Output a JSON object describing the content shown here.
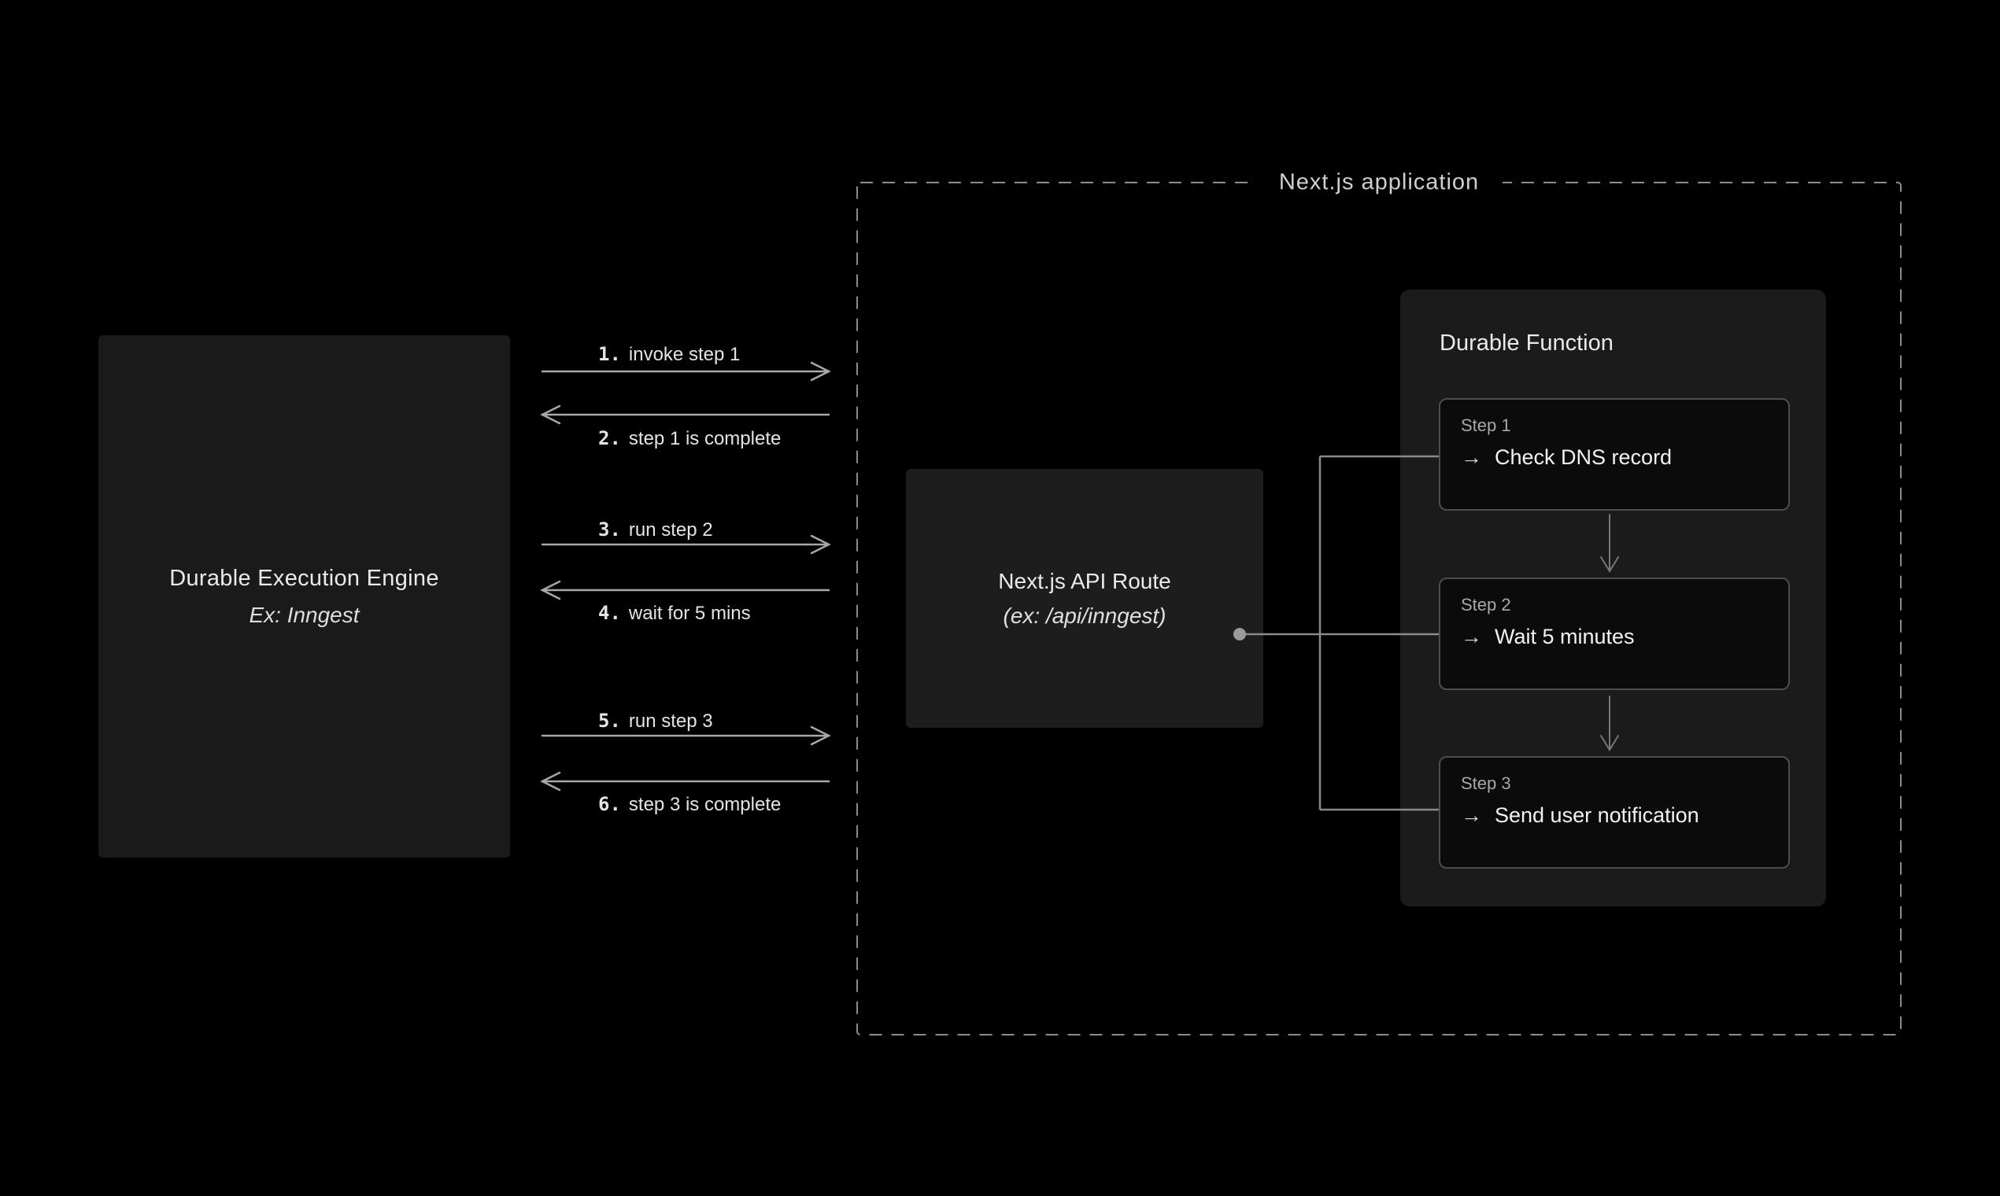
{
  "engine": {
    "title": "Durable Execution Engine",
    "subtitle": "Ex: Inngest"
  },
  "app": {
    "title": "Next.js application"
  },
  "api_route": {
    "line1": "Next.js API Route",
    "line2": "(ex: /api/inngest)"
  },
  "durable_function": {
    "title": "Durable Function",
    "arrow_glyph": "→",
    "steps": [
      {
        "label": "Step 1",
        "action": "Check DNS record"
      },
      {
        "label": "Step 2",
        "action": "Wait 5 minutes"
      },
      {
        "label": "Step 3",
        "action": "Send user notification"
      }
    ]
  },
  "messages": [
    {
      "num": "1.",
      "text": "invoke step 1",
      "direction": "right"
    },
    {
      "num": "2.",
      "text": "step 1 is complete",
      "direction": "left"
    },
    {
      "num": "3.",
      "text": "run step 2",
      "direction": "right"
    },
    {
      "num": "4.",
      "text": "wait for 5 mins",
      "direction": "left"
    },
    {
      "num": "5.",
      "text": "run step 3",
      "direction": "right"
    },
    {
      "num": "6.",
      "text": "step 3 is complete",
      "direction": "left"
    }
  ],
  "colors": {
    "background": "#000000",
    "box_fill": "#1a1a1a",
    "panel_fill": "#1b1b1b",
    "card_fill": "#0b0b0b",
    "card_border": "#4d4d4d",
    "dashed_border": "#8c8c8c",
    "arrow_line": "#a0a0a0",
    "connector_line": "#8a8a8a",
    "text_primary": "#eaeaea",
    "text_secondary": "#a9a9a9"
  }
}
